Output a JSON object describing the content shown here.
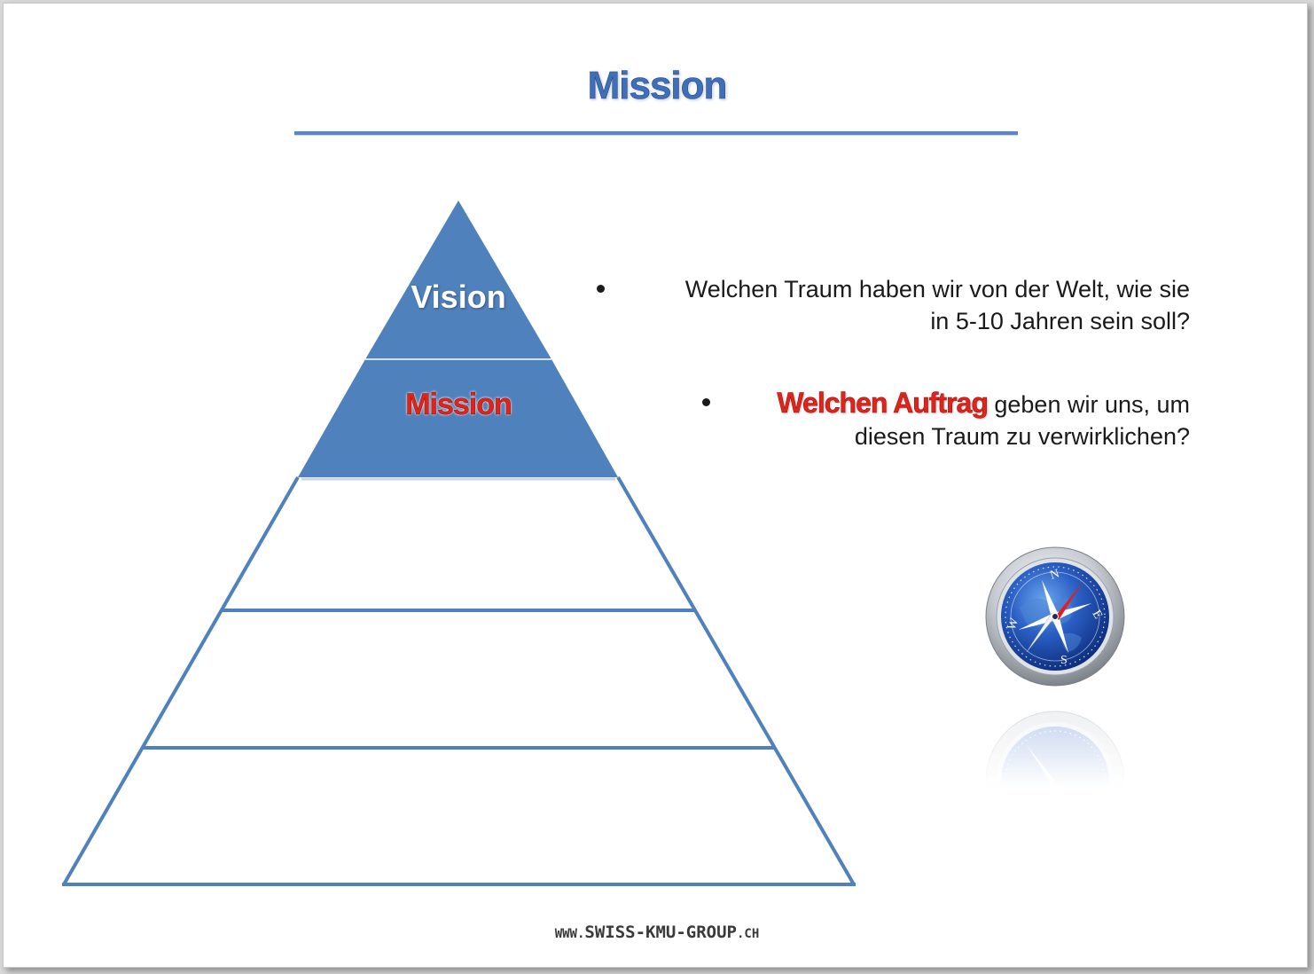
{
  "slide": {
    "title": "Mission",
    "pyramid": {
      "layers": [
        {
          "label": "Vision",
          "filled": true
        },
        {
          "label": "Mission",
          "filled": true
        },
        {
          "label": "",
          "filled": false
        },
        {
          "label": "",
          "filled": false
        },
        {
          "label": "",
          "filled": false
        }
      ]
    },
    "bullets": [
      {
        "line1": "Welchen Traum haben wir von der Welt, wie sie",
        "line2": "in 5-10 Jahren sein soll?"
      },
      {
        "emphasis": "Welchen Auftrag",
        "line1_rest": " geben wir uns, um",
        "line2": "diesen Traum zu verwirklichen?"
      }
    ],
    "compass_icon": "compass-icon",
    "footer": {
      "prefix": "WWW.",
      "domain": "SWISS-KMU-GROUP",
      "suffix": ".CH"
    },
    "colors": {
      "accent_blue": "#4f81bd",
      "title_blue": "#3e6fb8",
      "highlight_red": "#e2231a"
    }
  }
}
